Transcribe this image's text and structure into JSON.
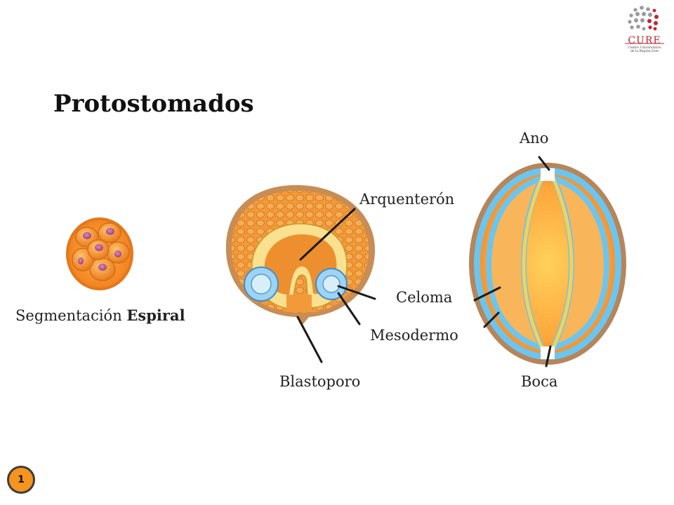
{
  "slide": {
    "title": "Protostomados",
    "page_number": "1"
  },
  "logo": {
    "name": "CURE",
    "subtitle_line1": "Centro Universitario",
    "subtitle_line2": "de la Región Este"
  },
  "labels": {
    "segmentation_prefix": "Segmentación",
    "segmentation_bold": "Espiral",
    "arquenteron": "Arquenterón",
    "celoma": "Celoma",
    "mesodermo": "Mesodermo",
    "blastoporo": "Blastoporo",
    "ano": "Ano",
    "boca": "Boca"
  },
  "colors": {
    "accent_orange": "#f7941d",
    "logo_red": "#c0262f"
  }
}
